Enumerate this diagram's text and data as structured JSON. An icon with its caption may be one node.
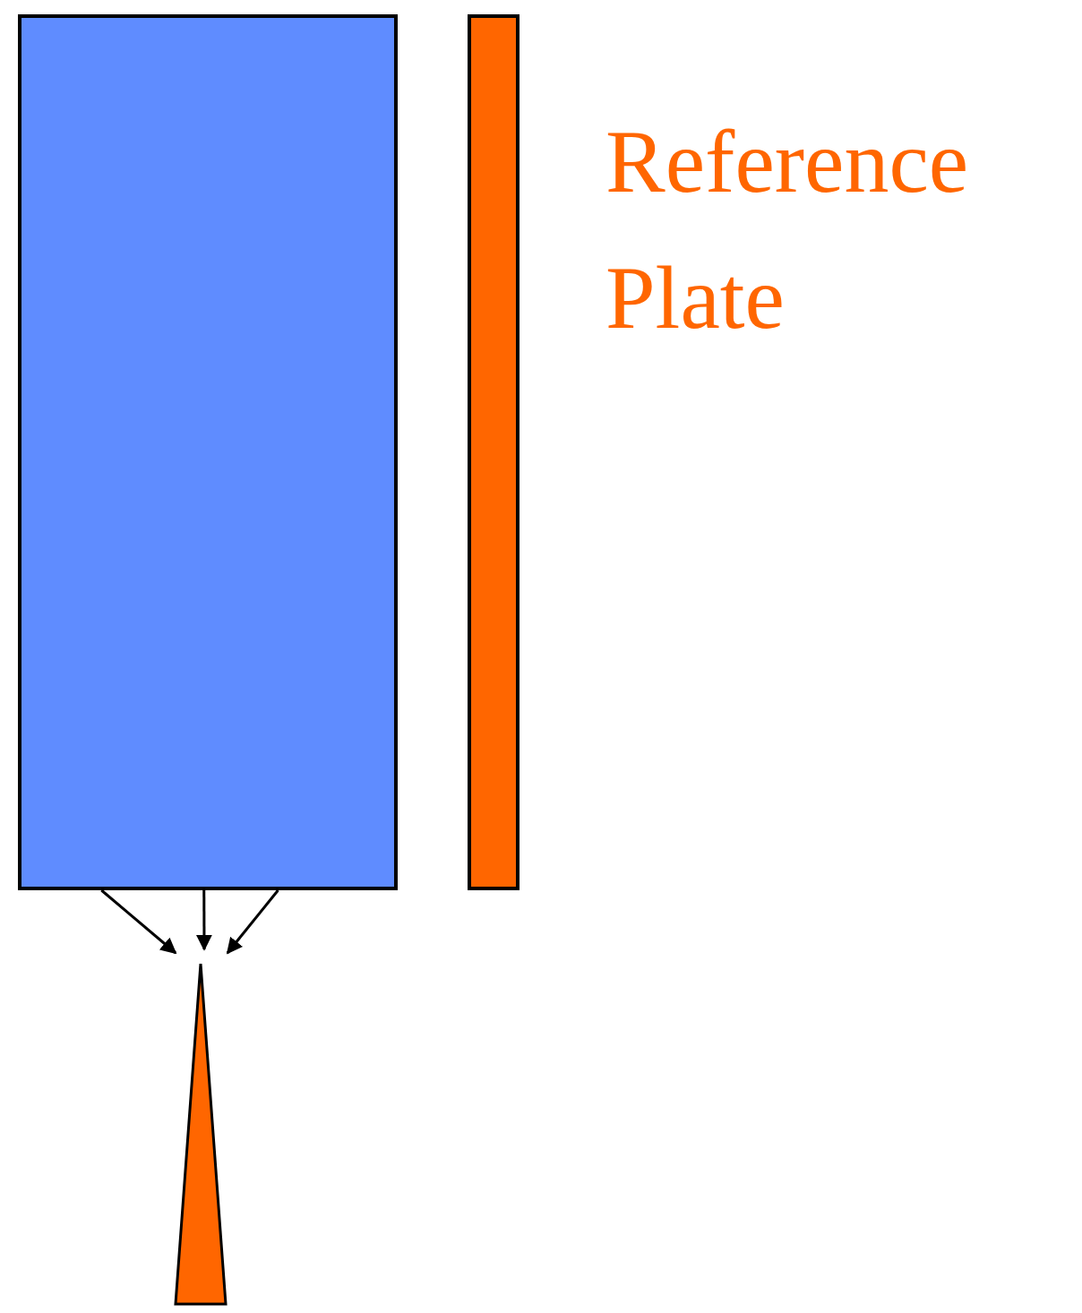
{
  "diagram": {
    "nodes": [
      {
        "text": [],
        "shape": "box"
      },
      {
        "text": [],
        "shape": "bar",
        "beside": [
          "Reference Plate"
        ]
      },
      {
        "text": [],
        "shape": "triangle"
      }
    ],
    "edges": [
      {
        "from": 0,
        "to": 2,
        "arrow": "to"
      },
      {
        "from": 0,
        "to": 2,
        "arrow": "to"
      },
      {
        "from": 0,
        "to": 2,
        "arrow": "to"
      }
    ]
  }
}
